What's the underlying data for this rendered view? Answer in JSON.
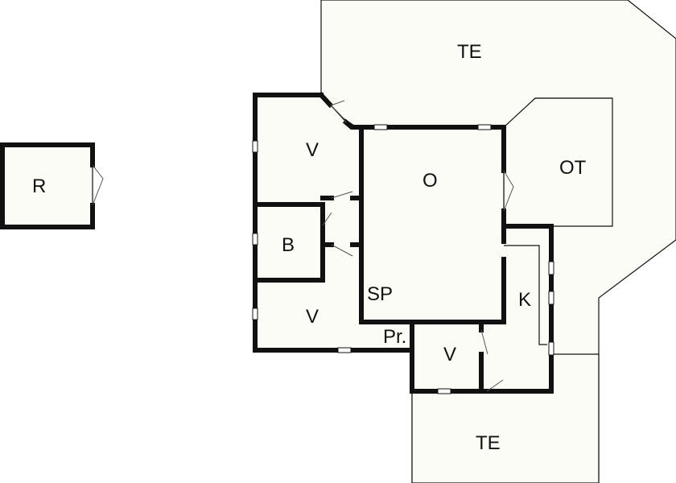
{
  "rooms": {
    "terrace_north": "TE",
    "terrace_south": "TE",
    "outdoor_terrace": "OT",
    "living": "O",
    "kitchen": "K",
    "bedroom_top": "V",
    "bedroom_bottom": "V",
    "bedroom_small": "V",
    "bathroom": "B",
    "sleeping_alcove": "SP",
    "hallway": "Pr.",
    "storage_shed": "R"
  }
}
